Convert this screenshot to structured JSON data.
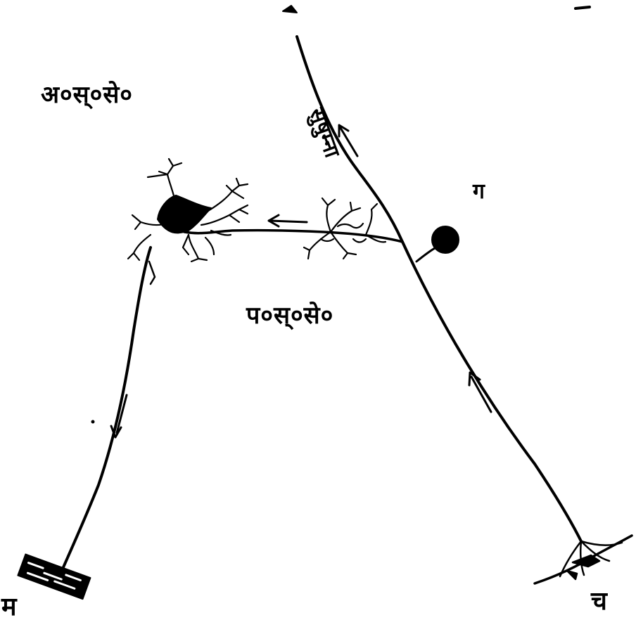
{
  "labels": {
    "upper_left": "अ०स्०से०",
    "middle": "प०स्०से०",
    "ganglion": "ग",
    "muscle": "म",
    "skin": "च",
    "spinal_cord": "सुषुम्ना"
  },
  "colors": {
    "ink": "#000000",
    "background": "#ffffff"
  }
}
